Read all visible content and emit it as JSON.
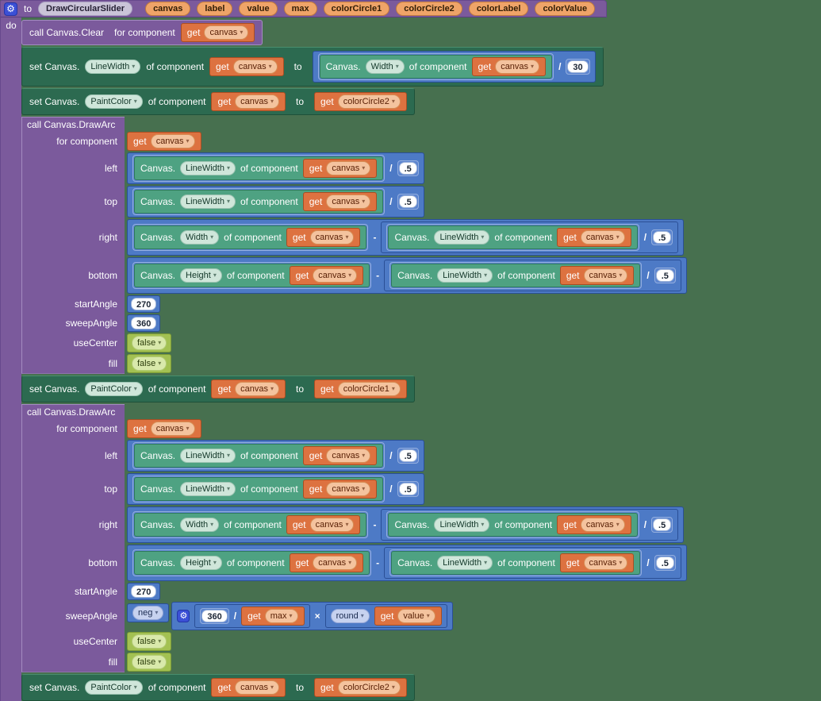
{
  "colors": {
    "workspace_bg": "#47704f",
    "procedure_block": "#7b5a9c",
    "component_set_block": "#2c6a50",
    "component_property_block": "#4ea282",
    "math_block": "#4d7ac6",
    "variable_get_block": "#dd7240",
    "logic_block": "#a3c152",
    "parameter_chip": "#efa468",
    "mutator_icon_bg": "#3b50d6"
  },
  "icons": {
    "gear": "⚙",
    "dropdown": "▾"
  },
  "procedure": {
    "keyword": "to",
    "do": "do",
    "name": "DrawCircularSlider",
    "params": [
      "canvas",
      "label",
      "value",
      "max",
      "colorCircle1",
      "colorCircle2",
      "colorLabel",
      "colorValue"
    ]
  },
  "labels": {
    "get": "get",
    "set_canvas": "set Canvas.",
    "canvas_dot": "Canvas.",
    "of_component": "of component",
    "for_component": "for component",
    "to": "to",
    "call_clear": "call Canvas.Clear",
    "call_drawarc": "call Canvas.DrawArc",
    "left": "left",
    "top": "top",
    "right": "right",
    "bottom": "bottom",
    "startAngle": "startAngle",
    "sweepAngle": "sweepAngle",
    "useCenter": "useCenter",
    "fill": "fill",
    "divide": "/",
    "minus": "-",
    "multiply": "×"
  },
  "properties": {
    "lineWidth": "LineWidth",
    "width": "Width",
    "height": "Height",
    "paintColor": "PaintColor"
  },
  "variables": {
    "canvas": "canvas",
    "max": "max",
    "value": "value",
    "colorCircle1": "colorCircle1",
    "colorCircle2": "colorCircle2"
  },
  "numbers": {
    "thirty": "30",
    "pointFive": ".5",
    "n270": "270",
    "n360": "360"
  },
  "logic": {
    "false": "false"
  },
  "operators": {
    "neg": "neg",
    "round": "round"
  }
}
